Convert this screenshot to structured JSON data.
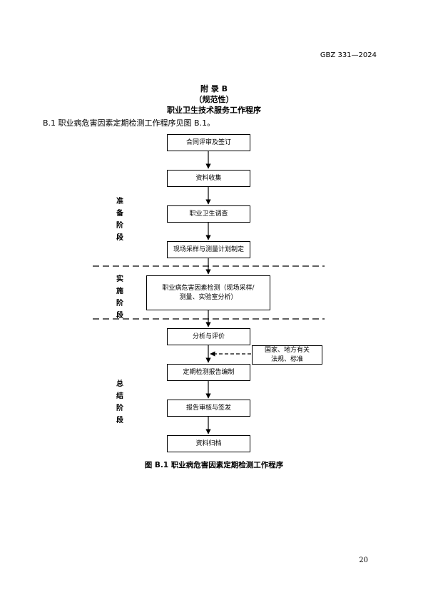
{
  "header": {
    "standard_code": "GBZ 331—2024"
  },
  "annex": {
    "title": "附  录  B",
    "nature": "（规范性）",
    "heading": "职业卫生技术服务工作程序"
  },
  "intro": "B.1   职业病危害因素定期检测工作程序见图 B.1。",
  "stages": {
    "prep": "准备阶段",
    "impl": "实施阶段",
    "summary": "总结阶段"
  },
  "steps": [
    "合同评审及签订",
    "资料收集",
    "职业卫生调查",
    "现场采样与测量计划制定",
    "职业病危害因素检测（现场采样/测量、实验室分析）",
    "分析与评价",
    "定期检测报告编制",
    "报告审核与签发",
    "资料归档"
  ],
  "side_input": "国家、地方有关法规、标准",
  "caption": "图 B.1    职业病危害因素定期检测工作程序",
  "page_number": "20"
}
